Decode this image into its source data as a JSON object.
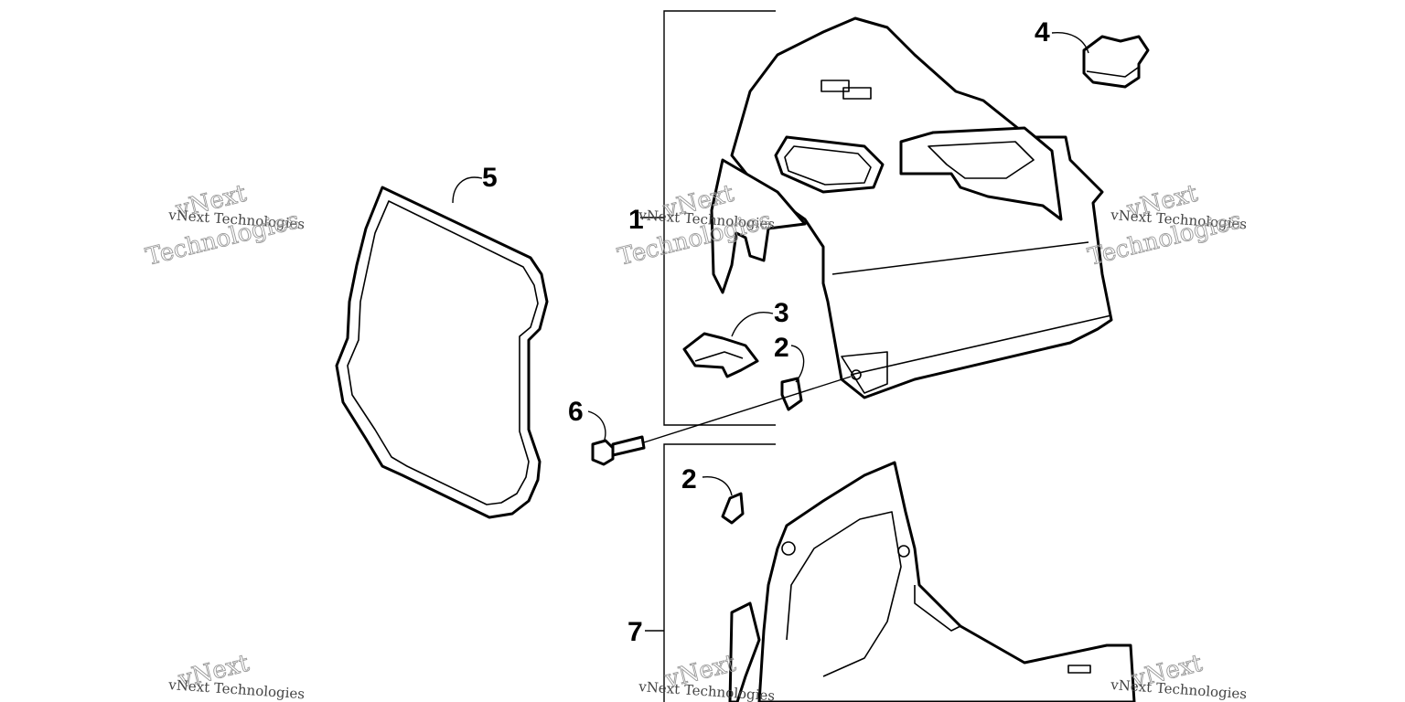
{
  "callouts": {
    "c1": "1",
    "c2a": "2",
    "c2b": "2",
    "c3": "3",
    "c4": "4",
    "c5": "5",
    "c6": "6",
    "c7": "7"
  },
  "watermark": {
    "line_small": "vNext Technologies",
    "line_big_top": "vNext",
    "line_big_bottom": "Technologies"
  },
  "colors": {
    "line": "#000000",
    "background": "#ffffff",
    "watermark": "#999999"
  }
}
